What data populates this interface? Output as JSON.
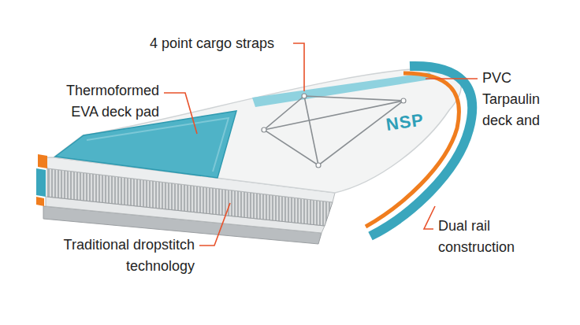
{
  "diagram": {
    "labels": [
      "4 point cargo straps",
      "Thermoformed EVA deck pad",
      "PVC Tarpaulin deck and",
      "NSP",
      "Traditional dropstitch technology",
      "Dual rail construction"
    ]
  }
}
